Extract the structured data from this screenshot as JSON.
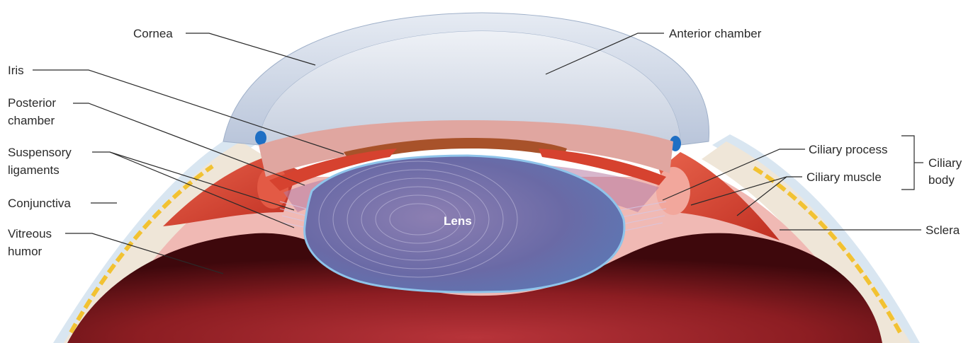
{
  "labels": {
    "cornea": "Cornea",
    "anterior_chamber": "Anterior chamber",
    "iris": "Iris",
    "posterior_chamber_1": "Posterior",
    "posterior_chamber_2": "chamber",
    "suspensory_1": "Suspensory",
    "suspensory_2": "ligaments",
    "conjunctiva": "Conjunctiva",
    "vitreous_1": "Vitreous",
    "vitreous_2": "humor",
    "ciliary_process": "Ciliary process",
    "ciliary_muscle": "Ciliary muscle",
    "ciliary_body_1": "Ciliary",
    "ciliary_body_2": "body",
    "sclera": "Sclera",
    "lens": "Lens"
  },
  "colors": {
    "cornea": "#c9d3e3",
    "anterior_chamber": "#dfe5ee",
    "sclera": "#efe6d8",
    "conjunctiva": "#d9e6f1",
    "fat_stripe": "#f2c232",
    "choroid": "#f0b9b4",
    "vitreous": "#8c1d22",
    "vitreous_dark": "#4a0b10",
    "muscle": "#d6422f",
    "iris": "#a8522a",
    "lens": "#5b79b6",
    "lens_edge": "#8fc4ea",
    "canal": "#1f6fc4"
  }
}
